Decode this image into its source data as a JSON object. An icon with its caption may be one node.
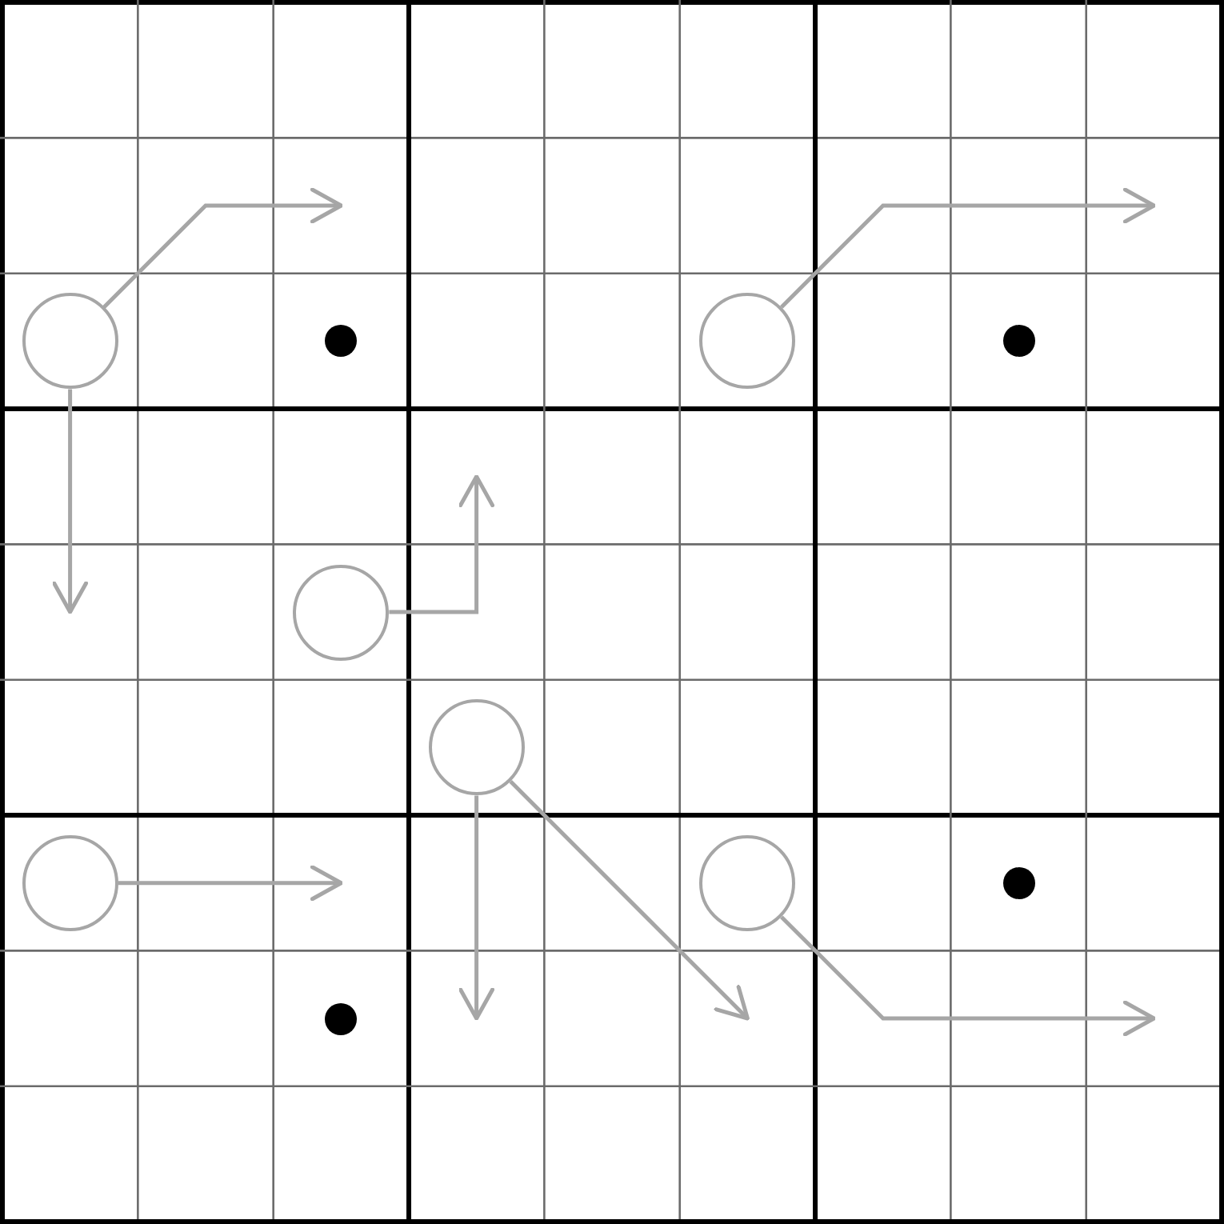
{
  "diagram": {
    "nodes": [
      {
        "text": [],
        "shape": "circle"
      },
      {
        "text": [],
        "shape": "dot"
      },
      {
        "text": [],
        "shape": "circle"
      },
      {
        "text": [],
        "shape": "dot"
      },
      {
        "text": [],
        "shape": "circle"
      },
      {
        "text": [],
        "shape": "circle"
      },
      {
        "text": [],
        "shape": "circle"
      },
      {
        "text": [],
        "shape": "circle"
      },
      {
        "text": [],
        "shape": "dot"
      },
      {
        "text": [],
        "shape": "dot"
      }
    ],
    "edges": [
      {
        "from": 0,
        "to": null,
        "arrow": "to"
      },
      {
        "from": 0,
        "to": null,
        "arrow": "to"
      },
      {
        "from": 2,
        "to": null,
        "arrow": "to"
      },
      {
        "from": 4,
        "to": null,
        "arrow": "to"
      },
      {
        "from": 5,
        "to": null,
        "arrow": "to"
      },
      {
        "from": 5,
        "to": null,
        "arrow": "to"
      },
      {
        "from": 6,
        "to": null,
        "arrow": "to"
      },
      {
        "from": 7,
        "to": null,
        "arrow": "to"
      }
    ]
  }
}
